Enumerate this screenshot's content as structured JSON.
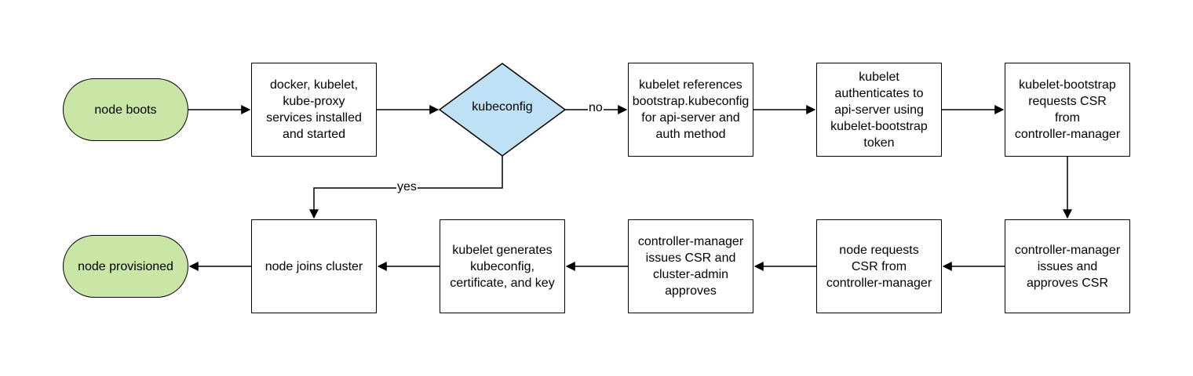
{
  "nodes": {
    "node_boots": "node boots",
    "services_installed": "docker, kubelet,\nkube-proxy\nservices installed\nand started",
    "kubeconfig_decision": "kubeconfig",
    "kubelet_references": "kubelet references\nbootstrap.kubeconfig\nfor api-server and\nauth method",
    "kubelet_authenticates": "kubelet\nauthenticates to\napi-server using\nkubelet-bootstrap\ntoken",
    "bootstrap_requests_csr": "kubelet-bootstrap\nrequests CSR\nfrom\ncontroller-manager",
    "cm_issues_approves": "controller-manager\nissues and\napproves CSR",
    "node_requests_csr": "node requests\nCSR from\ncontroller-manager",
    "cm_issues_admin_approves": "controller-manager\nissues CSR and\ncluster-admin\napproves",
    "kubelet_generates": "kubelet generates\nkubeconfig,\ncertificate, and key",
    "node_joins": "node joins cluster",
    "node_provisioned": "node provisioned"
  },
  "edge_labels": {
    "no": "no",
    "yes": "yes"
  },
  "colors": {
    "terminal_fill": "#c9e6a6",
    "decision_fill": "#bfe1f5",
    "stroke": "#000000"
  }
}
